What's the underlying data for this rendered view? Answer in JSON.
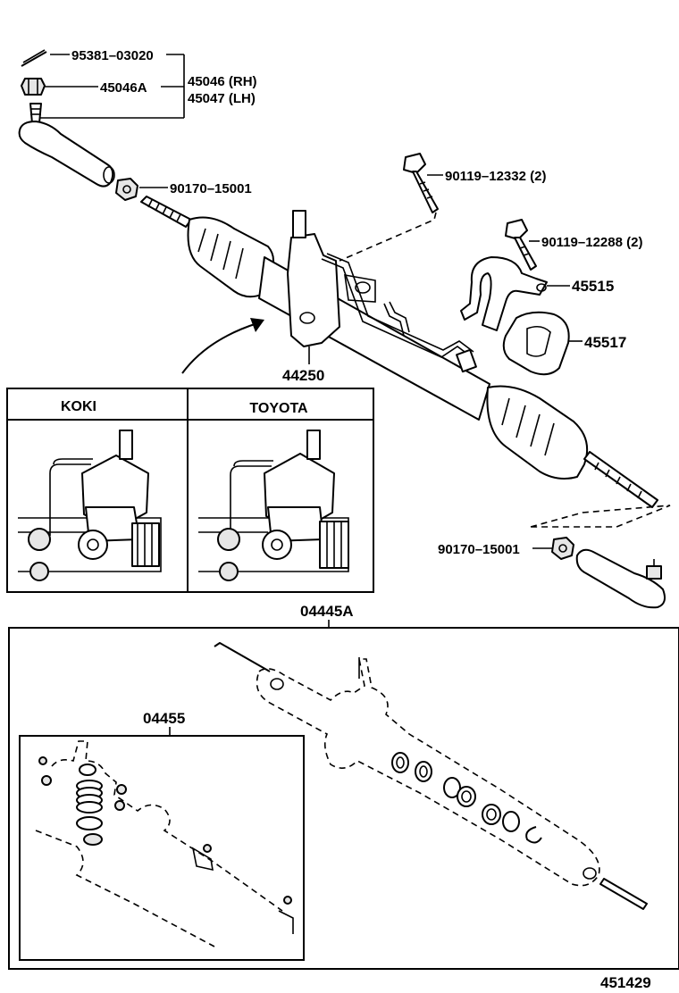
{
  "labels": {
    "pin": "95381–03020",
    "nut_top": "45046A",
    "tie_rod_end_rh": "45046 (RH)",
    "tie_rod_end_lh": "45047 (LH)",
    "nut_left": "90170–15001",
    "bolt_1": "90119–12332 (2)",
    "bolt_2": "90119–12288 (2)",
    "bracket": "45515",
    "grommet": "45517",
    "gear_assy": "44250",
    "nut_right": "90170–15001",
    "kit_outer": "04445A",
    "kit_inner": "04455",
    "diagram_no": "451429"
  },
  "variants": {
    "koki": "KOKI",
    "toyota": "TOYOTA"
  }
}
